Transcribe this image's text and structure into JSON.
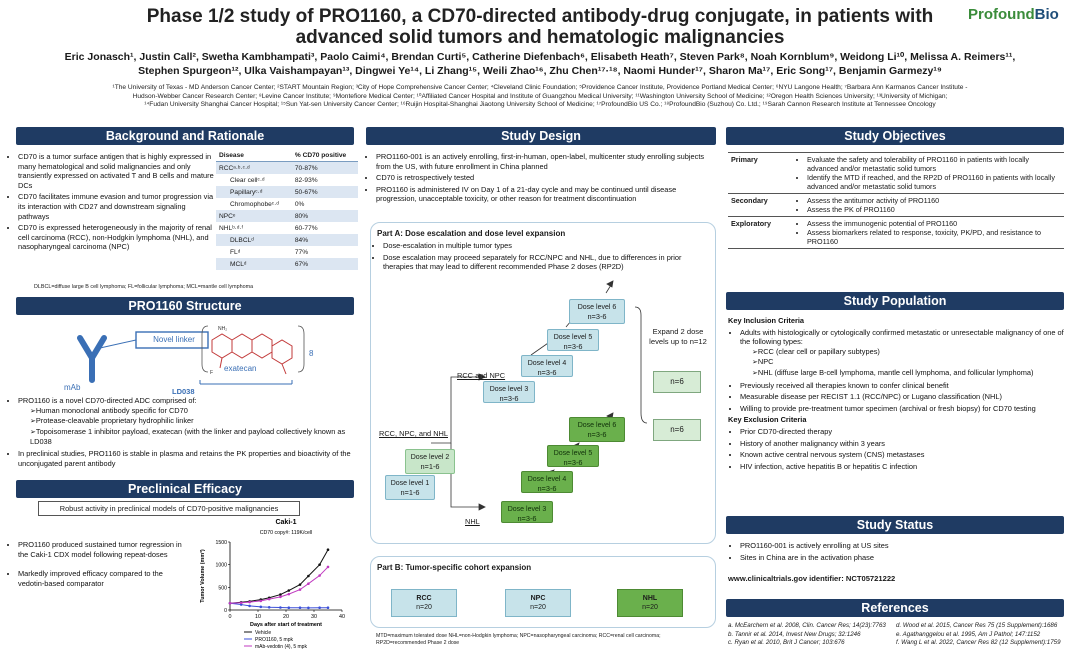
{
  "header": {
    "title_line1": "Phase 1/2 study of PRO1160, a CD70-directed antibody-drug conjugate, in patients with",
    "title_line2": "advanced solid tumors and hematologic malignancies",
    "logo_part1": "Profound",
    "logo_part2": "Bio",
    "authors_line1": "Eric Jonasch¹, Justin Call², Swetha Kambhampati³, Paolo Caimi⁴, Brendan Curti⁵, Catherine Diefenbach⁶, Elisabeth Heath⁷, Steven Park⁸, Noah Kornblum⁹, Weidong Li¹⁰, Melissa A. Reimers¹¹,",
    "authors_line2": "Stephen Spurgeon¹², Ulka Vaishampayan¹³, Dingwei Ye¹⁴, Li Zhang¹⁵, Weili Zhao¹⁶, Zhu Chen¹⁷·¹⁸, Naomi Hunder¹⁷, Sharon Ma¹⁷, Eric Song¹⁷, Benjamin Garmezy¹⁹",
    "affil_line1": "¹The University of Texas - MD Anderson Cancer Center; ²START Mountain Region; ³City of Hope Comprehensive Cancer Center; ⁴Cleveland Clinic Foundation; ⁵Providence Cancer Institute, Providence Portland Medical Center; ⁶NYU Langone Health; ⁷Barbara Ann Karmanos Cancer Institute -",
    "affil_line2": "Hudson-Webber Cancer Research Center; ⁸Levine Cancer Institute; ⁹Montefiore Medical Center; ¹⁰Affiliated Cancer Hospital and Institute of Guangzhou Medical University; ¹¹Washington University School of Medicine; ¹²Oregon Health Sciences University; ¹³University of Michigan;",
    "affil_line3": "¹⁴Fudan University Shanghai Cancer Hospital; ¹⁵Sun Yat-sen University Cancer Center; ¹⁶Ruijin Hospital-Shanghai Jiaotong University School of Medicine; ¹⁷ProfoundBio US Co.; ¹⁸ProfoundBio (Suzhou) Co. Ltd.; ¹⁹Sarah Cannon Research Institute at Tennessee Oncology"
  },
  "background": {
    "heading": "Background and Rationale",
    "bullets": [
      "CD70 is a tumor surface antigen that is highly expressed in many hematological and solid malignancies and only transiently expressed on activated T and B cells and mature DCs",
      "CD70 facilitates immune evasion and tumor progression via its interaction with CD27 and downstream signaling pathways",
      "CD70 is expressed heterogeneously in the majority of renal cell carcinoma (RCC), non-Hodgkin lymphoma (NHL), and nasopharyngeal carcinoma (NPC)"
    ],
    "table_header": [
      "Disease",
      "% CD70 positive"
    ],
    "table_rows": [
      [
        "RCCᵃ·ᵇ·ᶜ·ᵈ",
        "70-87%"
      ],
      [
        "Clear cellᶜ·ᵈ",
        "82-93%"
      ],
      [
        "Papillaryᶜ·ᵈ",
        "50-67%"
      ],
      [
        "Chromophobeᶜ·ᵈ",
        "0%"
      ],
      [
        "NPCᵉ",
        "80%"
      ],
      [
        "NHLᵇ·ᵈ·ᶠ",
        "60-77%"
      ],
      [
        "DLBCLᵈ",
        "84%"
      ],
      [
        "FLᵈ",
        "77%"
      ],
      [
        "MCLᵈ",
        "67%"
      ]
    ],
    "footnote": "DLBCL=diffuse large B cell lymphoma; FL=follicular lymphoma; MCL=mantle cell lymphoma"
  },
  "structure": {
    "heading": "PRO1160 Structure",
    "mab_label": "mAb",
    "linker_label": "Novel linker",
    "payload_label": "exatecan",
    "compound_label": "LD038",
    "dar_label": "8",
    "intro": "PRO1160 is a novel CD70-directed ADC comprised of:",
    "components": [
      "Human monoclonal antibody specific for CD70",
      "Protease-cleavable proprietary hydrophilic linker",
      "Topoisomerase 1 inhibitor payload, exatecan (with the linker and payload collectively known as LD038"
    ],
    "preclinical_note": "In preclinical studies, PRO1160 is stable in plasma and retains the PK properties and bioactivity of the unconjugated parent antibody"
  },
  "efficacy": {
    "heading": "Preclinical Efficacy",
    "banner": "Robust activity in preclinical models of CD70-positive malignancies",
    "bullets": [
      "PRO1160 produced sustained tumor regression in the Caki-1 CDX model following repeat-doses",
      "Markedly improved efficacy compared to the vedotin-based comparator"
    ]
  },
  "chart_data": {
    "type": "line",
    "title": "Caki-1",
    "subtitle": "CD70 copy#: 119K/cell",
    "xlabel": "Days after start of treatment",
    "ylabel": "Tumor Volume (mm³)",
    "xlim": [
      0,
      40
    ],
    "ylim": [
      0,
      1500
    ],
    "xticks": [
      0,
      10,
      20,
      30,
      40
    ],
    "yticks": [
      0,
      500,
      1000,
      1500
    ],
    "grid": false,
    "legend_placement": "bottom",
    "series": [
      {
        "name": "Vehicle",
        "color": "#111111",
        "x": [
          0,
          4,
          7,
          11,
          14,
          18,
          21,
          25,
          28,
          32,
          35
        ],
        "values": [
          150,
          170,
          190,
          230,
          270,
          340,
          430,
          560,
          750,
          1000,
          1330
        ]
      },
      {
        "name": "PRO1160, 5 mpk",
        "color": "#3b4fd8",
        "x": [
          0,
          4,
          7,
          11,
          14,
          18,
          21,
          25,
          28,
          32,
          35
        ],
        "values": [
          150,
          120,
          90,
          70,
          60,
          55,
          50,
          50,
          48,
          50,
          50
        ]
      },
      {
        "name": "mAb-vedotin (4), 5 mpk",
        "color": "#c03ac0",
        "x": [
          0,
          4,
          7,
          11,
          14,
          18,
          21,
          25,
          28,
          32,
          35
        ],
        "values": [
          150,
          160,
          175,
          200,
          240,
          290,
          350,
          450,
          580,
          760,
          950
        ]
      }
    ]
  },
  "design": {
    "heading": "Study Design",
    "bullets": [
      "PRO1160-001 is an actively enrolling, first-in-human, open-label, multicenter study enrolling subjects from the US, with future enrollment in China planned",
      "CD70 is retrospectively tested",
      "PRO1160 is administered IV on Day 1 of a 21-day cycle and may be continued until disease progression, unacceptable toxicity, or other reason for treatment discontinuation"
    ],
    "partA_title": "Part A: Dose escalation and dose level expansion",
    "partA_bullets": [
      "Dose-escalation in multiple tumor types",
      "Dose escalation may proceed separately for RCC/NPC and NHL, due to differences in prior therapies that may lead to different recommended Phase 2 doses (RP2D)"
    ],
    "label_all": "RCC, NPC, and NHL",
    "label_rcc_npc": "RCC and NPC",
    "label_nhl": "NHL",
    "expand_label": "Expand 2 dose levels up to n=12",
    "dose_level_1": "Dose level 1",
    "dose_level_1_n": "n=1-6",
    "dose_level_2": "Dose level 2",
    "dose_level_2_n": "n=1-6",
    "rcc_levels": [
      {
        "name": "Dose level 3",
        "n": "n=3-6"
      },
      {
        "name": "Dose level 4",
        "n": "n=3-6"
      },
      {
        "name": "Dose level 5",
        "n": "n=3-6"
      },
      {
        "name": "Dose level 6",
        "n": "n=3-6"
      }
    ],
    "nhl_levels": [
      {
        "name": "Dose level 3",
        "n": "n=3-6"
      },
      {
        "name": "Dose level 4",
        "n": "n=3-6"
      },
      {
        "name": "Dose level 5",
        "n": "n=3-6"
      },
      {
        "name": "Dose level 6",
        "n": "n=3-6"
      }
    ],
    "expansion_n": "n=6",
    "partB_title": "Part B: Tumor-specific cohort expansion",
    "cohorts": [
      {
        "name": "RCC",
        "n": "n=20"
      },
      {
        "name": "NPC",
        "n": "n=20"
      },
      {
        "name": "NHL",
        "n": "n=20"
      }
    ],
    "footnote": "MTD=maximum tolerated dose NHL=non-Hodgkin lymphoma; NPC=nasopharyngeal carcinoma; RCC=renal cell carcinoma; RP2D=recommended Phase 2 dose"
  },
  "objectives": {
    "heading": "Study Objectives",
    "rows": [
      {
        "label": "Primary",
        "items": [
          "Evaluate the safety and tolerability of PRO1160 in patients with locally advanced and/or metastatic solid tumors",
          "Identify the MTD if reached, and the RP2D of PRO1160 in patients with locally advanced and/or metastatic solid tumors"
        ]
      },
      {
        "label": "Secondary",
        "items": [
          "Assess the antitumor activity of PRO1160",
          "Assess the PK of PRO1160"
        ]
      },
      {
        "label": "Exploratory",
        "items": [
          "Assess the immunogenic potential of PRO1160",
          "Assess biomarkers related to response, toxicity, PK/PD, and resistance to PRO1160"
        ]
      }
    ]
  },
  "population": {
    "heading": "Study Population",
    "inclusion_title": "Key Inclusion Criteria",
    "inclusion_1": "Adults with histologically or cytologically confirmed metastatic or unresectable malignancy of one of the following types:",
    "types": [
      "RCC (clear cell or papillary subtypes)",
      "NPC",
      "NHL (diffuse large B-cell lymphoma, mantle cell lymphoma, and follicular lymphoma)"
    ],
    "inclusion_rest": [
      "Previously received all therapies known to confer clinical benefit",
      "Measurable disease per RECIST 1.1 (RCC/NPC) or Lugano classification (NHL)",
      "Willing to provide pre-treatment tumor specimen (archival or fresh biopsy) for CD70 testing"
    ],
    "exclusion_title": "Key Exclusion Criteria",
    "exclusion": [
      "Prior CD70-directed therapy",
      "History of another malignancy within 3 years",
      "Known active central nervous system (CNS) metastases",
      "HIV infection, active hepatitis B or hepatitis C infection"
    ]
  },
  "status": {
    "heading": "Study Status",
    "bullets": [
      "PRO1160-001 is actively enrolling at US sites",
      "Sites in China are in the activation phase"
    ],
    "link": "www.clinicaltrials.gov identifier: NCT05721222"
  },
  "references": {
    "heading": "References",
    "left": [
      "a. McEarchern et al. 2008, Clin. Cancer Res; 14(23):7763",
      "b. Tannir et al. 2014, Invest New Drugs; 32:1246",
      "c. Ryan et al. 2010, Brit J Cancer; 103:676"
    ],
    "right": [
      "d. Wood et al. 2015, Cancer Res 75 (15 Supplement):1686",
      "e. Agathanggelou et al. 1995, Am J Pathol; 147:1152",
      "f. Wang L et al. 2022, Cancer Res 82 (12 Supplement):1759"
    ]
  }
}
